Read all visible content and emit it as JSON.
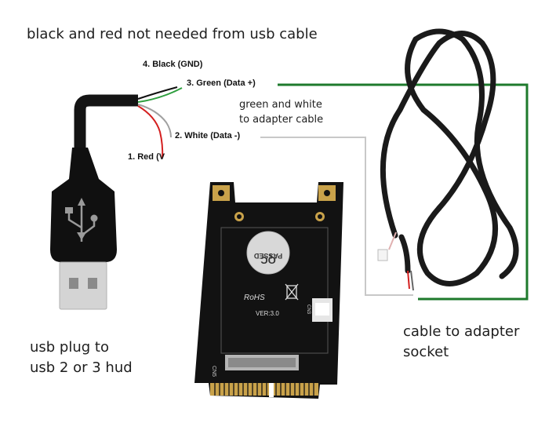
{
  "notes": {
    "top": "black and red not needed from usb cable",
    "green_white": [
      "green and white",
      "to adapter cable"
    ],
    "usb_plug": [
      "usb plug to",
      "usb 2 or 3 hud"
    ],
    "cable_socket": [
      "cable to adapter",
      "socket"
    ]
  },
  "wires": {
    "black": "4. Black (GND)",
    "green": "3. Green (Data +)",
    "white": "2. White (Data -)",
    "red": "1. Red (V"
  },
  "board": {
    "stamp_line1": "PASSED",
    "stamp_line2": "QC",
    "rohs": "RoHS",
    "version": "VER:3.0",
    "cn5": "CN5",
    "cn3": "CN3"
  },
  "colors": {
    "green_line": "#1e7a2c",
    "grey_line": "#c8c8c8",
    "wire_green": "#2e9e3e",
    "wire_red": "#d42020",
    "wire_white": "#a0a0a0",
    "board": "#121212",
    "gold": "#c9a24a"
  }
}
